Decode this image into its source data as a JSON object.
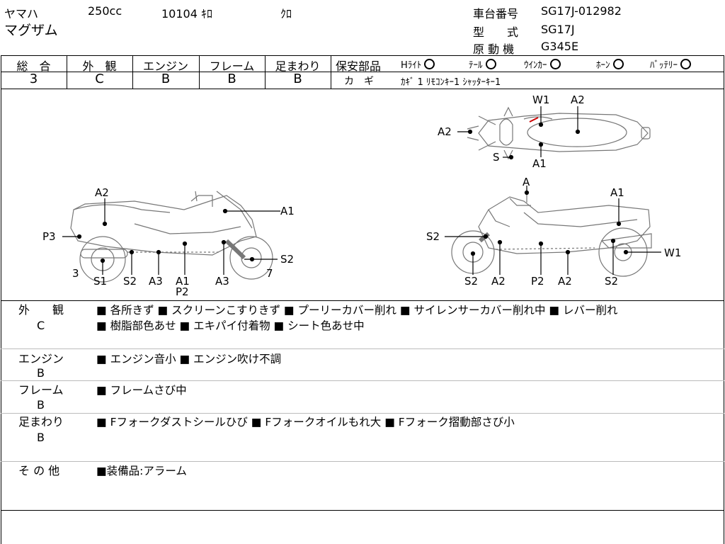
{
  "header": {
    "maker": "ヤマハ",
    "displacement": "250cc",
    "mileage": "10104 ｷﾛ",
    "color": "ｸﾛ",
    "model_name": "マグザム",
    "chassis_label": "車台番号",
    "chassis_value": "SG17J-012982",
    "type_label": "型　　式",
    "type_value": "SG17J",
    "engine_label": "原 動 機",
    "engine_value": "G345E"
  },
  "grades": [
    {
      "label": "総　合",
      "value": "3"
    },
    {
      "label": "外　観",
      "value": "C"
    },
    {
      "label": "エンジン",
      "value": "B"
    },
    {
      "label": "フレーム",
      "value": "B"
    },
    {
      "label": "足まわり",
      "value": "B"
    }
  ],
  "safety": {
    "label": "保安部品",
    "items": [
      {
        "name": "Hﾗｲﾄ"
      },
      {
        "name": "ﾃｰﾙ"
      },
      {
        "name": "ｳｲﾝｶｰ"
      },
      {
        "name": "ﾎｰﾝ"
      },
      {
        "name": "ﾊﾞｯﾃﾘｰ"
      }
    ],
    "keys_label": "カ　ギ",
    "keys_value": "ｶｷﾞ 1  ﾘﾓｺﾝｷｰ1  ｼｬｯﾀｰｷｰ1"
  },
  "diagram_labels": {
    "top_w1": "W1",
    "top_a2": "A2",
    "top_a2_left": "A2",
    "top_s": "S",
    "top_a1": "A1",
    "left_a2": "A2",
    "left_a1": "A1",
    "left_p3": "P3",
    "left_s2_right": "S2",
    "left_3": "3",
    "left_7": "7",
    "left_s1": "S1",
    "left_s2": "S2",
    "left_a3": "A3",
    "left_a1_b": "A1",
    "left_p2": "P2",
    "left_a3_b": "A3",
    "right_a": "A",
    "right_a1": "A1",
    "right_s2_left": "S2",
    "right_w1": "W1",
    "right_s2_a": "S2",
    "right_a2_a": "A2",
    "right_p2": "P2",
    "right_a2_b": "A2",
    "right_s2_b": "S2"
  },
  "remarks": [
    {
      "label": "外　　観",
      "grade": "C",
      "lines": [
        "■ 各所きず ■ スクリーンこすりきず ■ プーリーカバー削れ ■ サイレンサーカバー削れ中 ■ レバー削れ",
        "■ 樹脂部色あせ ■ エキパイ付着物 ■ シート色あせ中"
      ]
    },
    {
      "label": "エンジン",
      "grade": "B",
      "lines": [
        "■ エンジン音小 ■ エンジン吹け不調"
      ]
    },
    {
      "label": "フレーム",
      "grade": "B",
      "lines": [
        "■ フレームさび中"
      ]
    },
    {
      "label": "足まわり",
      "grade": "B",
      "lines": [
        "■ Fフォークダストシールひび ■ Fフォークオイルもれ大 ■ Fフォーク摺動部さび小"
      ]
    },
    {
      "label": "そ の 他",
      "grade": "",
      "lines": [
        "■装備品:アラーム"
      ]
    }
  ]
}
